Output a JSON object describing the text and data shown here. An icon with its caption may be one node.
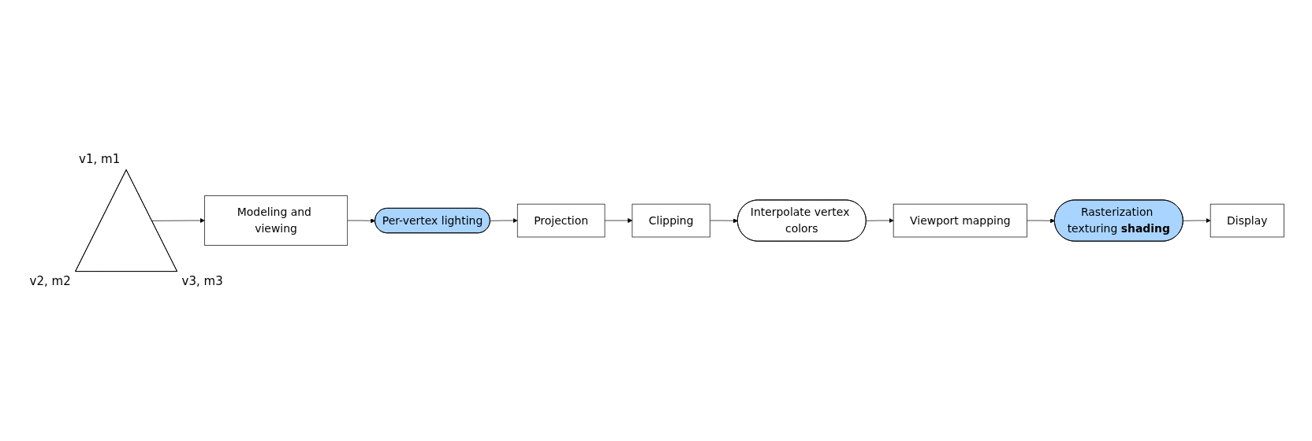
{
  "diagram": {
    "nodes": [
      {
        "text": [],
        "shape": "triangle",
        "beside": [
          "v1, m1",
          "v2, m2",
          "v3, m3"
        ]
      },
      {
        "text": [
          "Modeling and viewing"
        ]
      },
      {
        "text": [
          "Per-vertex lighting"
        ]
      },
      {
        "text": [
          "Projection"
        ]
      },
      {
        "text": [
          "Clipping"
        ]
      },
      {
        "text": [
          "Interpolate vertex colors"
        ]
      },
      {
        "text": [
          "Viewport mapping"
        ]
      },
      {
        "text": [
          "Rasterization texturing **shading**"
        ]
      },
      {
        "text": [
          "Display"
        ]
      }
    ],
    "edges": [
      {
        "from": 0,
        "to": 1,
        "arrow": "to"
      },
      {
        "from": 1,
        "to": 2,
        "arrow": "to"
      },
      {
        "from": 2,
        "to": 3,
        "arrow": "to"
      },
      {
        "from": 3,
        "to": 4,
        "arrow": "to"
      },
      {
        "from": 4,
        "to": 5,
        "arrow": "to"
      },
      {
        "from": 5,
        "to": 6,
        "arrow": "to"
      },
      {
        "from": 6,
        "to": 7,
        "arrow": "to"
      },
      {
        "from": 7,
        "to": 8,
        "arrow": "to"
      }
    ]
  }
}
